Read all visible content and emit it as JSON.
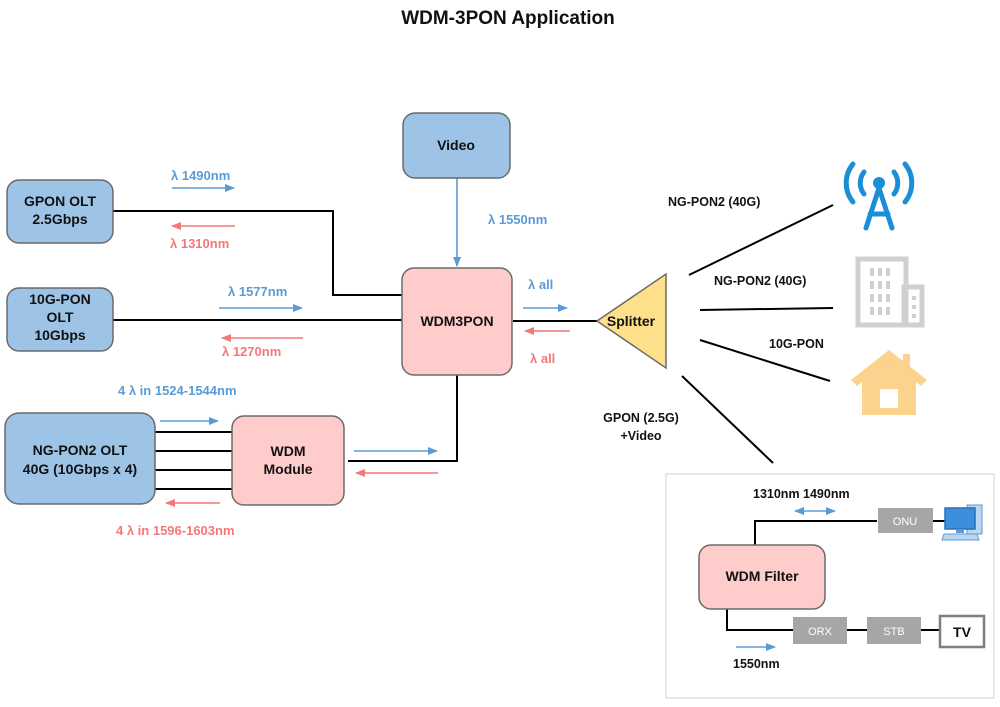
{
  "title": "WDM-3PON Application",
  "nodes": {
    "gpon_olt": [
      "GPON OLT",
      "2.5Gbps"
    ],
    "xgpon_olt": [
      "10G-PON",
      "OLT",
      "10Gbps"
    ],
    "ngpon2_olt": [
      "NG-PON2 OLT",
      "40G (10Gbps x 4)"
    ],
    "wdm_module": [
      "WDM",
      "Module"
    ],
    "video": "Video",
    "wdm3pon": "WDM3PON",
    "splitter": "Splitter",
    "wdm_filter": "WDM Filter",
    "onu": "ONU",
    "orx": "ORX",
    "stb": "STB",
    "tv": "TV"
  },
  "wavelengths": {
    "gpon_down": "λ 1490nm",
    "gpon_up": "λ 1310nm",
    "xgpon_down": "λ 1577nm",
    "xgpon_up": "λ 1270nm",
    "ngpon2_down": "4 λ in 1524-1544nm",
    "ngpon2_up": "4 λ  in 1596-1603nm",
    "video": "λ 1550nm",
    "all_down": "λ all",
    "all_up": "λ all"
  },
  "branches": {
    "tower": "NG-PON2 (40G)",
    "building": "NG-PON2 (40G)",
    "home": "10G-PON",
    "gpon_video": [
      "GPON (2.5G)",
      "+Video"
    ]
  },
  "inset": {
    "data_wavelengths": "1310nm 1490nm",
    "video_wavelength": "1550nm"
  },
  "icons": [
    "cell-tower-icon",
    "office-building-icon",
    "house-icon",
    "desktop-computer-icon"
  ],
  "colors": {
    "olt_blue": "#9dc3e6",
    "wdm_pink": "#ffcccc",
    "splitter_yellow": "#ffe08a",
    "downstream_blue": "#5b9bd5",
    "upstream_red": "#f4777a",
    "tower_blue": "#1a8fd8",
    "building_gray": "#d0d0d0",
    "house_yellow": "#fbd38d"
  }
}
